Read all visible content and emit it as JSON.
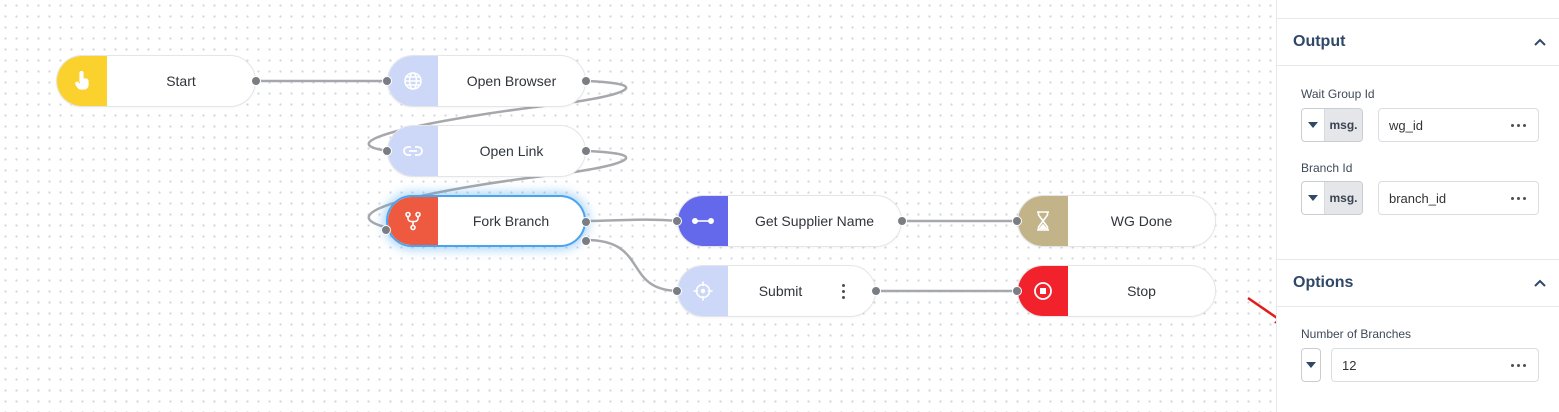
{
  "canvas": {
    "nodes": [
      {
        "id": "start",
        "label": "Start",
        "icon": "touch-icon",
        "color": "#fbd22d"
      },
      {
        "id": "open_browser",
        "label": "Open Browser",
        "icon": "globe-icon",
        "color": "#cdd8f8"
      },
      {
        "id": "open_link",
        "label": "Open Link",
        "icon": "link-icon",
        "color": "#cdd8f8"
      },
      {
        "id": "fork_branch",
        "label": "Fork Branch",
        "icon": "fork-icon",
        "color": "#ed5a40",
        "selected": true
      },
      {
        "id": "get_supplier_name",
        "label": "Get Supplier Name",
        "icon": "connector-icon",
        "color": "#6468ea"
      },
      {
        "id": "wg_done",
        "label": "WG Done",
        "icon": "hourglass-icon",
        "color": "#c2b389"
      },
      {
        "id": "submit",
        "label": "Submit",
        "icon": "crosshair-icon",
        "color": "#cdd8f8"
      },
      {
        "id": "stop",
        "label": "Stop",
        "icon": "stop-icon",
        "color": "#f2222c"
      }
    ]
  },
  "panel": {
    "output": {
      "title": "Output",
      "wait_group_label": "Wait Group Id",
      "wait_group_prefix": "msg.",
      "wait_group_value": "wg_id",
      "branch_id_label": "Branch Id",
      "branch_id_prefix": "msg.",
      "branch_id_value": "branch_id"
    },
    "options": {
      "title": "Options",
      "num_branches_label": "Number of Branches",
      "num_branches_value": "12"
    }
  }
}
